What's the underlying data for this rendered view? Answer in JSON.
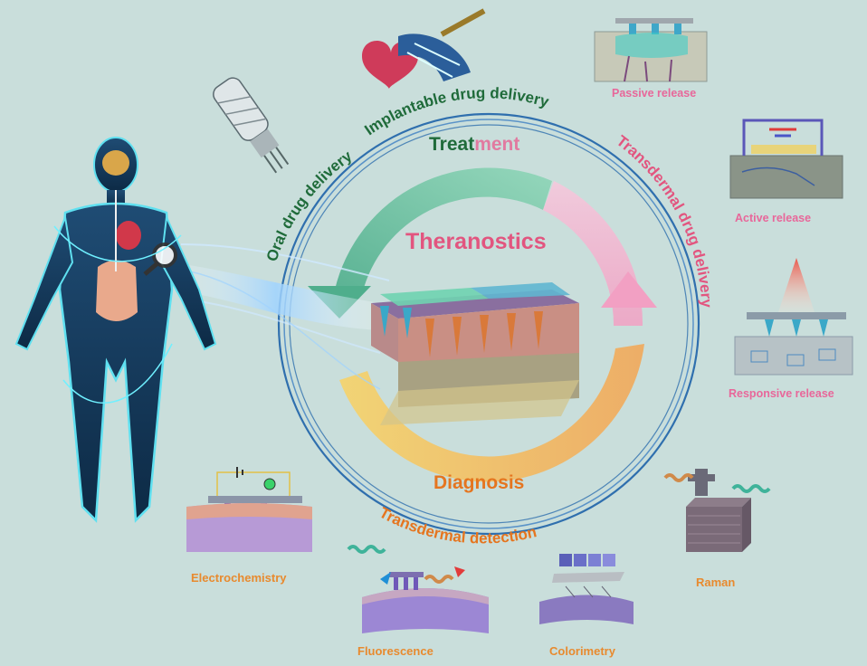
{
  "center": {
    "title": "Theranostics",
    "treatment_part1": "Treat",
    "treatment_part2": "ment",
    "diagnosis": "Diagnosis"
  },
  "arc_labels": {
    "oral": "Oral drug delivery",
    "implantable": "Implantable drug delivery",
    "transdermal_delivery": "Transdermal drug delivery",
    "transdermal_detection": "Transdermal detection"
  },
  "release_modes": [
    {
      "label": "Passive release"
    },
    {
      "label": "Active release"
    },
    {
      "label": "Responsive release"
    }
  ],
  "detection_methods": [
    {
      "label": "Electrochemistry"
    },
    {
      "label": "Fluorescence"
    },
    {
      "label": "Colorimetry"
    },
    {
      "label": "Raman"
    }
  ],
  "icons": {
    "human_body": "human-body-icon",
    "heart_device": "heart-device-icon",
    "oral_capsule": "capsule-icon",
    "microneedle_patch": "microneedle-patch-icon"
  },
  "colors": {
    "background": "#c9dedb",
    "treatment_green": "#1f6b3a",
    "delivery_pink": "#e2557f",
    "detection_orange": "#e5751f",
    "ring_blue": "#2f6fae"
  }
}
